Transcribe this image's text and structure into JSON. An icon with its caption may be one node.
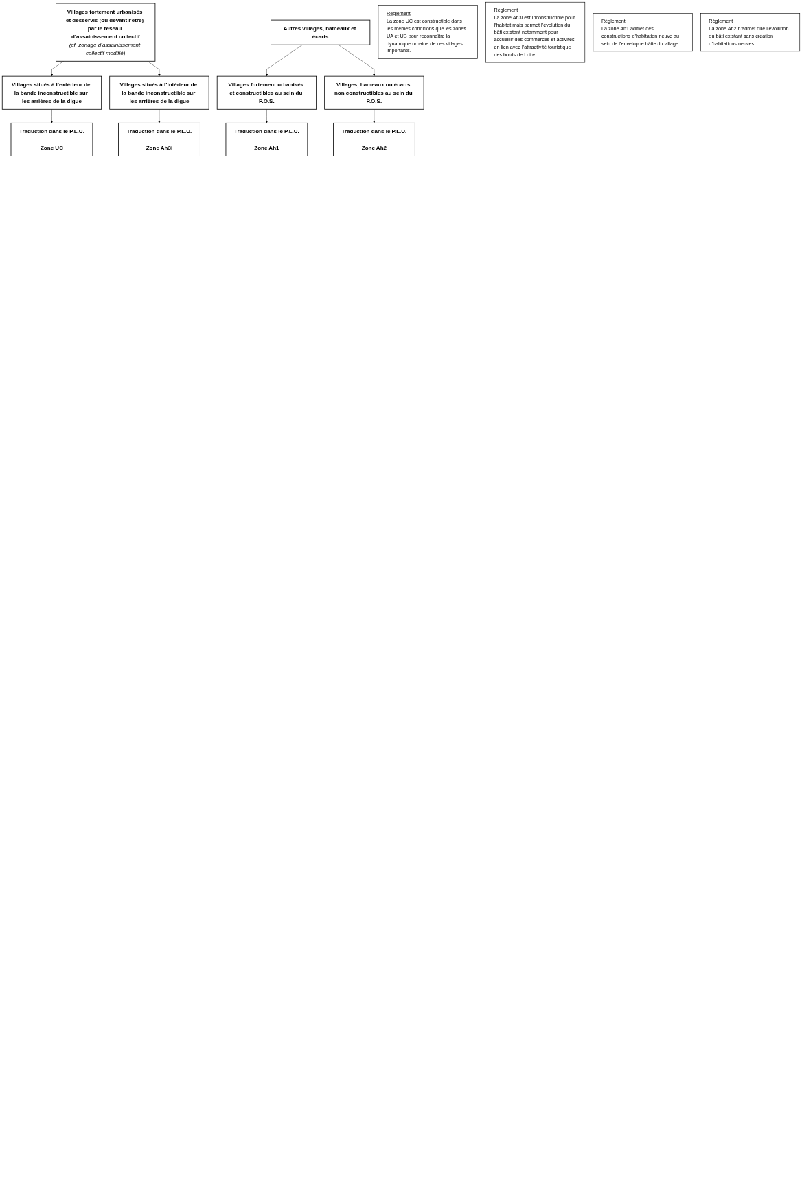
{
  "diagram": {
    "nodes": [
      {
        "text": [
          "Villages fortement urbanisés et desservis (ou devant l’être) par le réseau d’assainissement collectif",
          "(cf. zonage d’assainissement collectif modifié)"
        ]
      },
      {
        "text": [
          "Autres villages, hameaux et écarts"
        ]
      },
      {
        "text": [
          "Villages situés à l’extérieur de la bande inconstructible sur les arrières de la digue"
        ]
      },
      {
        "text": [
          "Villages situés à l’intérieur de la bande inconstructible sur les arrières de la digue"
        ]
      },
      {
        "text": [
          "Traduction dans le P.L.U.",
          "Zone UC"
        ]
      },
      {
        "text": [
          "Traduction dans le P.L.U.",
          "Zone Ah3i"
        ]
      },
      {
        "text": [
          "Règlement",
          "La zone UC est constructible dans les mêmes conditions que les zones UA et UB pour reconnaître la dynamique urbaine de ces villages importants."
        ]
      },
      {
        "text": [
          "Règlement",
          "La zone Ah3i est inconstructible pour l’habitat mais permet l’évolution du bâti existant notamment pour accueillir des commerces et activités en lien avec l’attractivité touristique des bords de Loire."
        ]
      },
      {
        "text": [
          "Villages fortement urbanisés et constructibles au sein du P.O.S."
        ]
      },
      {
        "text": [
          "Villages, hameaux ou écarts non constructibles au sein du P.O.S."
        ]
      },
      {
        "text": [
          "Traduction dans le P.L.U.",
          "Zone Ah1"
        ]
      },
      {
        "text": [
          "Traduction dans le P.L.U.",
          "Zone Ah2"
        ]
      },
      {
        "text": [
          "Règlement",
          "La zone Ah1 admet des constructions d’habitation neuve au sein de l’enveloppe bâtie du village."
        ]
      },
      {
        "text": [
          "Règlement",
          "La zone Ah2 n’admet que l’évolution du bâti existant sans création d’habitations neuves."
        ]
      }
    ],
    "edges": [
      {
        "from": 0,
        "to": 2,
        "arrow": "to"
      },
      {
        "from": 0,
        "to": 3,
        "arrow": "to"
      },
      {
        "from": 2,
        "to": 4,
        "arrow": "to"
      },
      {
        "from": 3,
        "to": 5,
        "arrow": "to"
      },
      {
        "from": 1,
        "to": 8,
        "arrow": "to"
      },
      {
        "from": 1,
        "to": 9,
        "arrow": "to"
      },
      {
        "from": 8,
        "to": 10,
        "arrow": "to"
      },
      {
        "from": 9,
        "to": 11,
        "arrow": "to"
      }
    ]
  }
}
